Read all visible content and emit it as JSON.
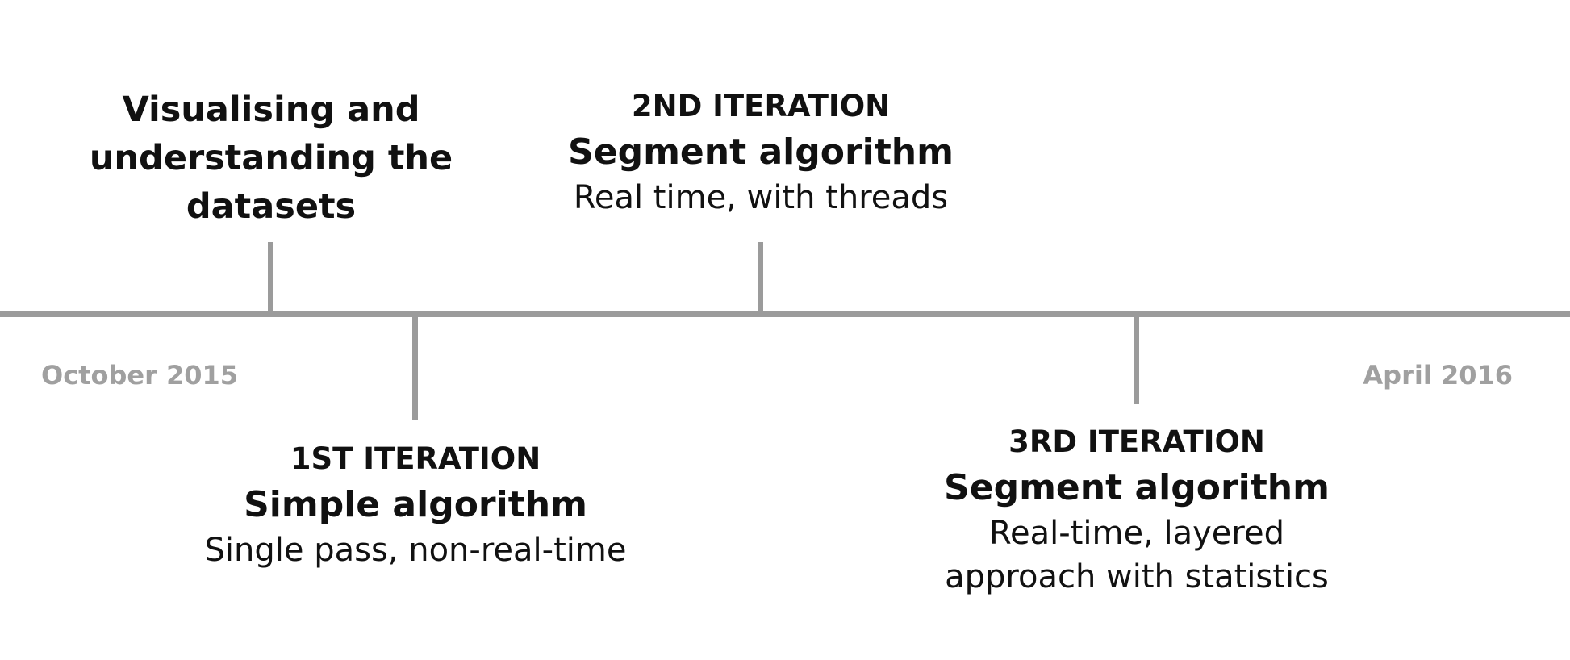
{
  "timeline": {
    "start_label": "October 2015",
    "end_label": "April 2016",
    "axis_color": "#9b9b9b",
    "date_color": "#a0a0a0"
  },
  "events": {
    "datasets": {
      "heading_lines": [
        "Visualising and",
        "understanding the",
        "datasets"
      ]
    },
    "iteration1": {
      "label": "1ST ITERATION",
      "title": "Simple algorithm",
      "desc": "Single pass, non-real-time"
    },
    "iteration2": {
      "label": "2ND ITERATION",
      "title": "Segment algorithm",
      "desc": "Real time, with threads"
    },
    "iteration3": {
      "label": "3RD ITERATION",
      "title": "Segment algorithm",
      "desc_lines": [
        "Real-time, layered",
        "approach with statistics"
      ]
    }
  }
}
